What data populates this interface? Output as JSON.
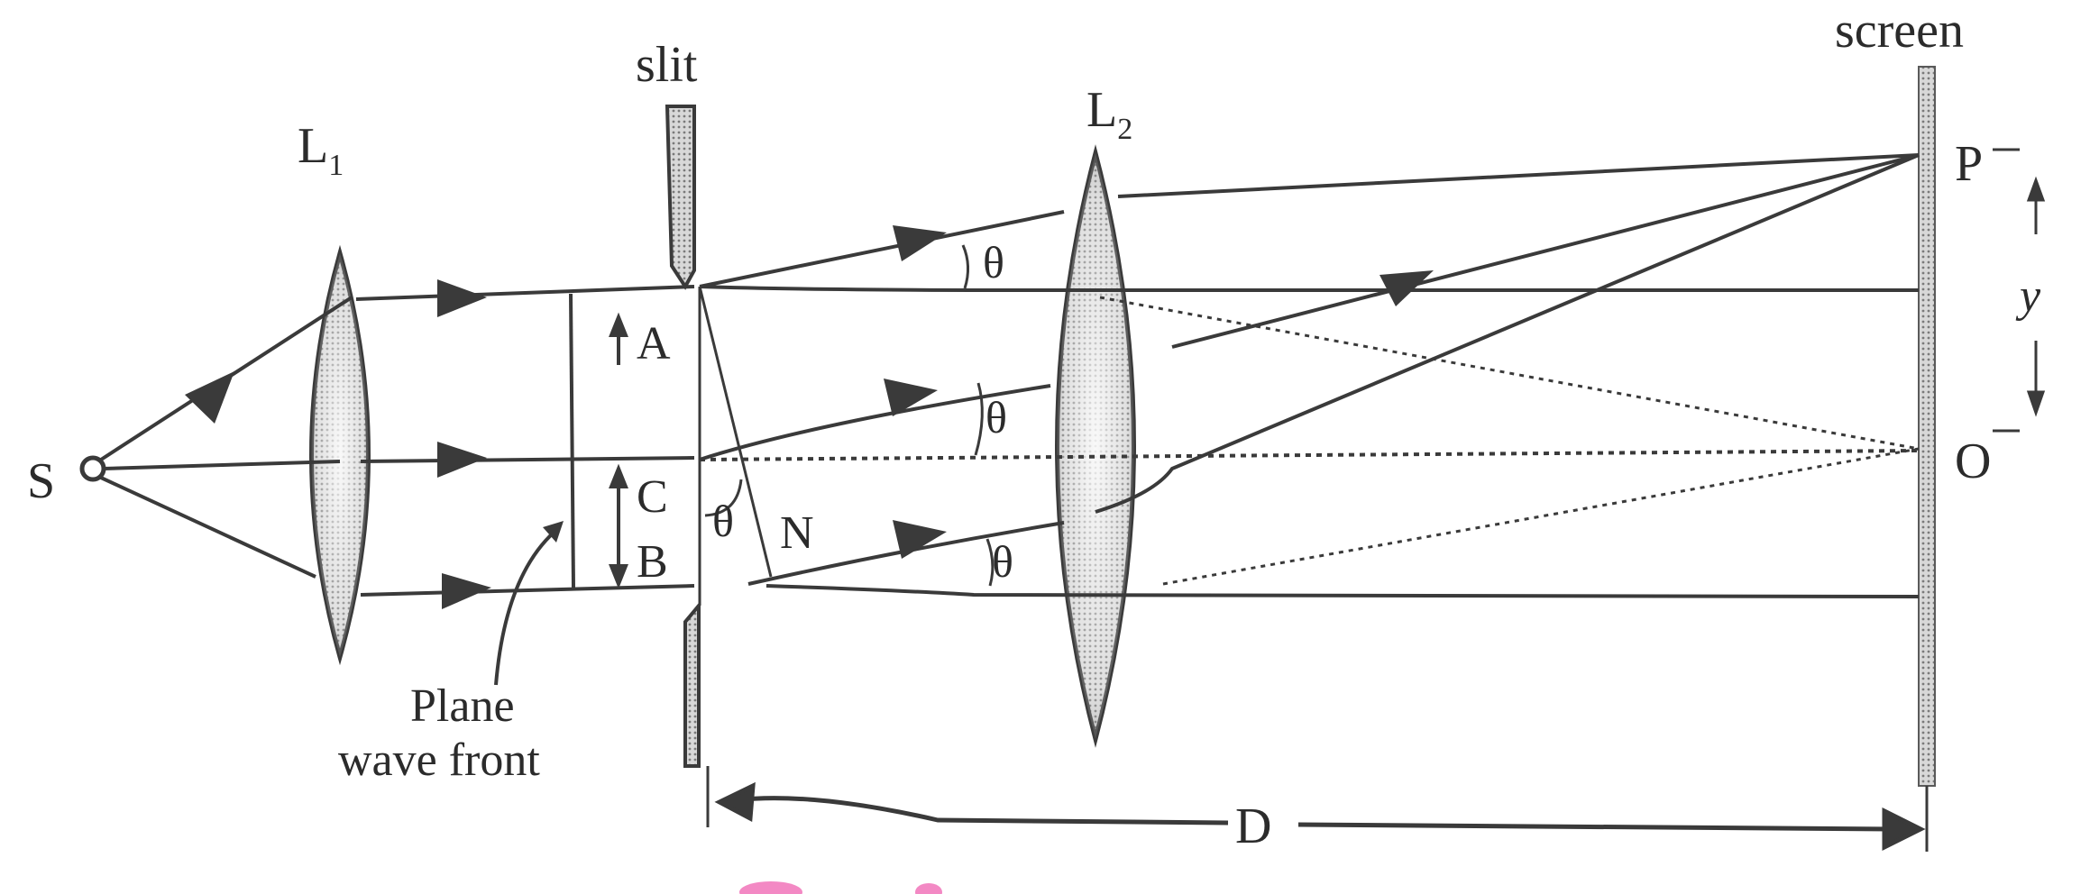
{
  "diagram": {
    "type": "single-slit Fraunhofer diffraction setup",
    "labels": {
      "source": "S",
      "lens1": "L",
      "lens1_sub": "1",
      "lens2": "L",
      "lens2_sub": "2",
      "slit": "slit",
      "screen": "screen",
      "point_a": "A",
      "point_c": "C",
      "point_b": "B",
      "point_n": "N",
      "point_p": "P",
      "point_o": "O",
      "distance_y": "y",
      "distance_d": "D",
      "theta": "θ",
      "wavefront_line1": "Plane",
      "wavefront_line2": "wave front"
    },
    "colors": {
      "ink": "#3a3a3a",
      "lens_fill": "#9a9a9a",
      "screen_fill": "#7a7a7a",
      "artifact_pink": "#f06bb5"
    }
  }
}
